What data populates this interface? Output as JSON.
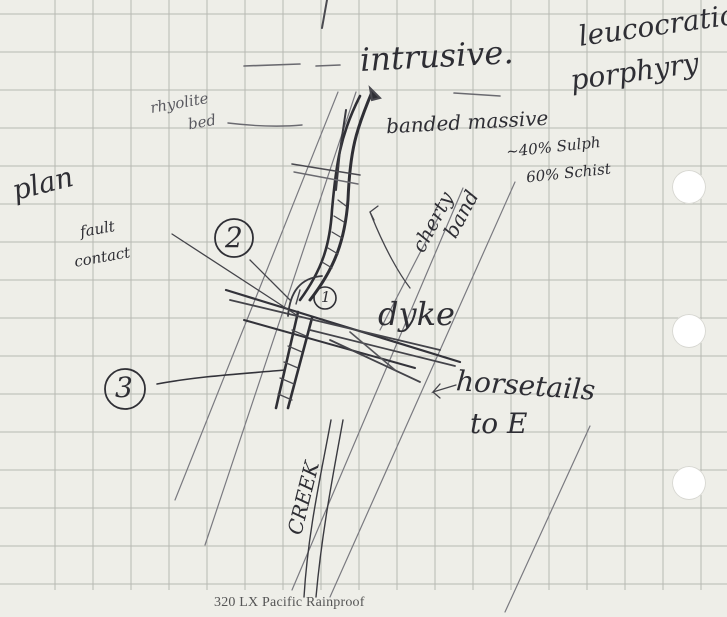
{
  "notes": {
    "intrusive": "intrusive.",
    "leucocratic": "leucocratic",
    "porphyry": "porphyry",
    "rhyolite": "rhyolite",
    "bed": "bed",
    "banded_massive": "banded massive",
    "sulph": "~40% Sulph",
    "schist": "60% Schist",
    "plan": "plan",
    "cherty": "cherty",
    "band": "band",
    "fault": "fault",
    "contact": "contact",
    "label_2": "2",
    "label_1": "1",
    "label_3": "3",
    "dyke": "dyke",
    "horsetails": "horsetails",
    "to_e": "to E",
    "creek": "CREEK"
  },
  "footer": {
    "paper_brand": "320 LX Pacific Rainproof"
  },
  "colors": {
    "paper": "#eeeee8",
    "grid_line": "#b7b9b2",
    "ink": "#2e2e34",
    "pencil": "#5a5a60",
    "hole": "#ffffff"
  }
}
